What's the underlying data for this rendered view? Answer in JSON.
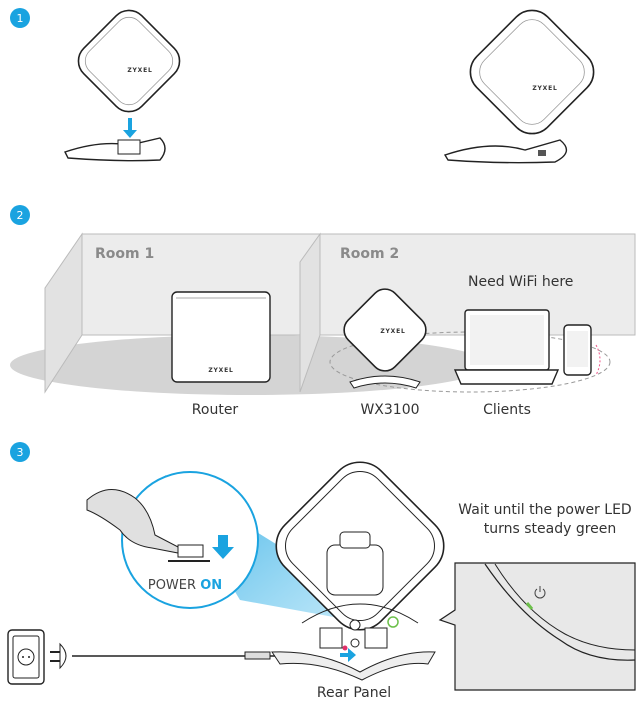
{
  "steps": [
    {
      "number": "1"
    },
    {
      "number": "2",
      "room1": "Room 1",
      "room2": "Room 2",
      "need_wifi": "Need WiFi here",
      "router": "Router",
      "extender": "WX3100",
      "clients": "Clients"
    },
    {
      "number": "3",
      "power_label": "POWER",
      "power_on": "ON",
      "wait_line1": "Wait until the power LED",
      "wait_line2": "turns steady green",
      "rear_panel": "Rear Panel"
    }
  ],
  "brand": "ZYXEL",
  "colors": {
    "accent": "#1aa3e0",
    "led_green": "#6cc04a",
    "wall": "#e6e6e6",
    "floor": "#d4d4d4"
  }
}
